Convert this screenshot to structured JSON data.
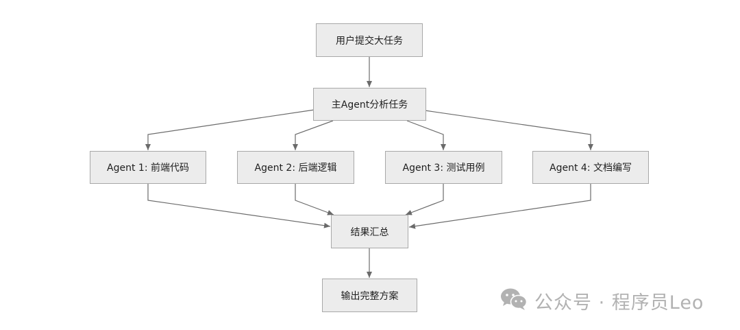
{
  "nodes": {
    "user_submit": "用户提交大任务",
    "main_agent": "主Agent分析任务",
    "agent1": "Agent 1: 前端代码",
    "agent2": "Agent 2: 后端逻辑",
    "agent3": "Agent 3: 测试用例",
    "agent4": "Agent 4: 文档编写",
    "summary": "结果汇总",
    "output": "输出完整方案"
  },
  "edges": [
    {
      "from": "user_submit",
      "to": "main_agent"
    },
    {
      "from": "main_agent",
      "to": "agent1"
    },
    {
      "from": "main_agent",
      "to": "agent2"
    },
    {
      "from": "main_agent",
      "to": "agent3"
    },
    {
      "from": "main_agent",
      "to": "agent4"
    },
    {
      "from": "agent1",
      "to": "summary"
    },
    {
      "from": "agent2",
      "to": "summary"
    },
    {
      "from": "agent3",
      "to": "summary"
    },
    {
      "from": "agent4",
      "to": "summary"
    },
    {
      "from": "summary",
      "to": "output"
    }
  ],
  "watermark": {
    "icon": "wechat-icon",
    "text": "公众号 · 程序员Leo"
  },
  "colors": {
    "node_fill": "#ececec",
    "node_border": "#a8a8a8",
    "edge": "#6a6a6a",
    "watermark": "#b2b2b2"
  }
}
